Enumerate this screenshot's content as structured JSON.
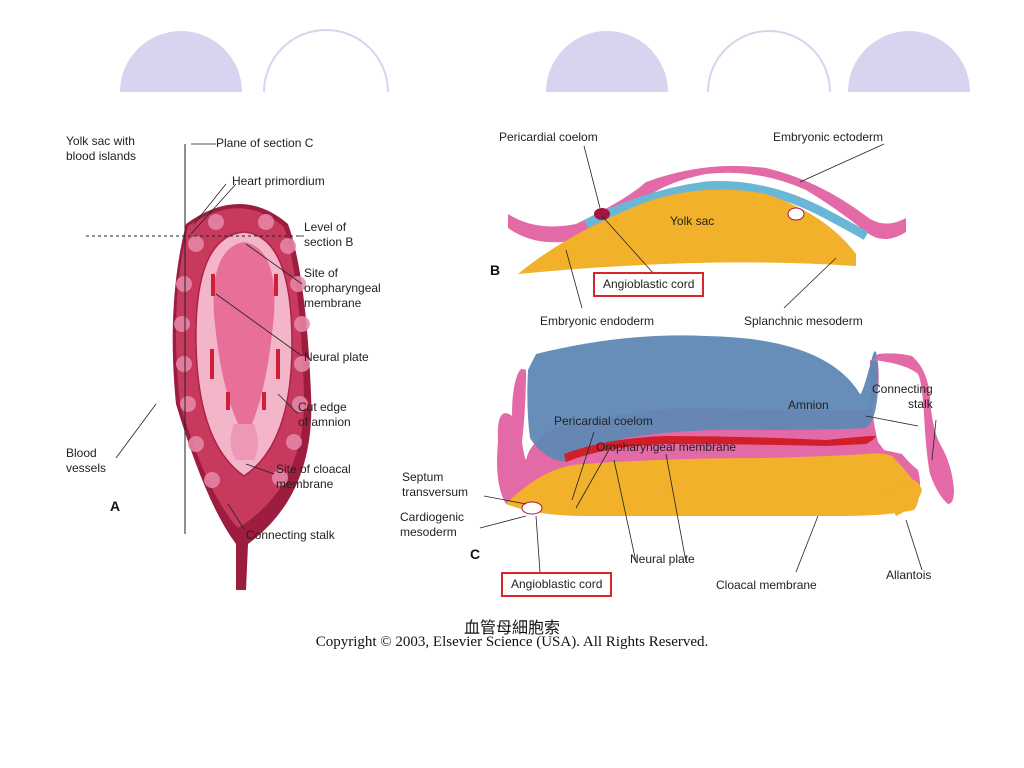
{
  "slide": {
    "accent_color": "#d6d4ee",
    "caption_cn": "血管母細胞索",
    "copyright": "Copyright © 2003, Elsevier Science (USA). All Rights Reserved."
  },
  "panel_a": {
    "letter": "A",
    "labels": {
      "yolk_sac": [
        "Yolk sac with",
        "blood islands"
      ],
      "plane_c": "Plane of section C",
      "heart": "Heart primordium",
      "level_b": [
        "Level of",
        "section B"
      ],
      "oropharyngeal": [
        "Site of",
        "oropharyngeal",
        "membrane"
      ],
      "neural_plate": "Neural plate",
      "cut_edge": [
        "Cut edge",
        "of amnion"
      ],
      "blood_vessels": [
        "Blood",
        "vessels"
      ],
      "cloacal": [
        "Site of cloacal",
        "membrane"
      ],
      "connecting_stalk": "Connecting stalk"
    }
  },
  "panel_b": {
    "letter": "B",
    "labels": {
      "pericardial_coelom": "Pericardial coelom",
      "embryonic_ectoderm": "Embryonic ectoderm",
      "yolk_sac": "Yolk sac",
      "angioblastic_cord": "Angioblastic cord",
      "embryonic_endoderm": "Embryonic endoderm",
      "splanchnic_mesoderm": "Splanchnic mesoderm"
    }
  },
  "panel_c": {
    "letter": "C",
    "labels": {
      "connecting_stalk": [
        "Connecting",
        "stalk"
      ],
      "amnion": "Amnion",
      "pericardial_coelom": "Pericardial coelom",
      "oropharyngeal_membrane": "Oropharyngeal membrane",
      "septum_transversum": [
        "Septum",
        "transversum"
      ],
      "cardiogenic_mesoderm": [
        "Cardiogenic",
        "mesoderm"
      ],
      "neural_plate": "Neural plate",
      "angioblastic_cord": "Angioblastic cord",
      "cloacal_membrane": "Cloacal membrane",
      "allantois": "Allantois"
    }
  }
}
